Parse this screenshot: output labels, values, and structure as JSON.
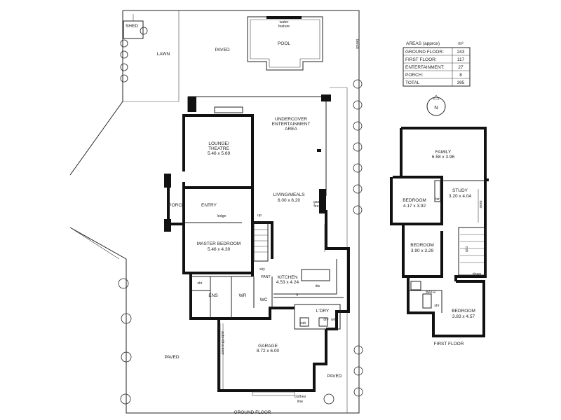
{
  "areas_table": {
    "header": "AREAS (approx)",
    "unit": "m²",
    "rows": [
      {
        "label": "GROUND FLOOR:",
        "value": "243"
      },
      {
        "label": "FIRST FLOOR:",
        "value": "117"
      },
      {
        "label": "ENTERTAINMENT:",
        "value": "27"
      },
      {
        "label": "PORCH:",
        "value": "8"
      },
      {
        "label": "TOTAL",
        "value": "395"
      }
    ]
  },
  "compass": {
    "label": "N"
  },
  "ground_floor": {
    "caption": "GROUND FLOOR",
    "shed": "SHED",
    "lawn": "LAWN",
    "paved_top": "PAVED",
    "pool": "POOL",
    "water_feature": [
      "water",
      "feature"
    ],
    "bench": "bench",
    "undercover": [
      "UNDERCOVER",
      "ENTERTAINMENT",
      "AREA"
    ],
    "lounge": {
      "name": [
        "LOUNGE/",
        "THEATRE"
      ],
      "dims": "5.46 x 5.69"
    },
    "living": {
      "name": "LIVING/MEALS",
      "dims": "6.00 x 6.20"
    },
    "porch": "PORCH",
    "entry": "ENTRY",
    "ledge": "ledge",
    "up": "up",
    "gas_fire": [
      "gas",
      "fire"
    ],
    "master": {
      "name": "MASTER BEDROOM",
      "dims": "5.46 x 4.39"
    },
    "kitchen": {
      "name": "KITCHEN",
      "dims": "4.53 x 4.24"
    },
    "sky": "sky",
    "pant": "PANT",
    "shr": "shr",
    "ens": "ENS",
    "wr": "WR",
    "wc": "WC",
    "fr": "fr",
    "dw": "dw",
    "ldry": "L'DRY",
    "cub": "cub",
    "dry": "dry",
    "wm": "wm",
    "garage": {
      "name": "GARAGE",
      "dims": "8.72 x 6.00"
    },
    "auto_door": "auto-tilt-a-door",
    "paved_left": "PAVED",
    "paved_right": "PAVED",
    "clothes_line": [
      "clothes",
      "line"
    ]
  },
  "first_floor": {
    "caption": "FIRST FLOOR",
    "family": {
      "name": "FAMILY",
      "dims": "6.58 x 3.96"
    },
    "bed1": {
      "name": "BEDROOM",
      "dims": "4.17 x 3.92"
    },
    "bir": "bir",
    "study": {
      "name": "STUDY",
      "dims": "3.20 x 4.04"
    },
    "desk": "desk",
    "bed2": {
      "name": "BEDROOM",
      "dims": "3.90 x 3.29"
    },
    "cub": "cub",
    "down": "down",
    "bath": "BATH",
    "shr": "shr",
    "bed3": {
      "name": "BEDROOM",
      "dims": "3.83 x 4.57"
    }
  }
}
